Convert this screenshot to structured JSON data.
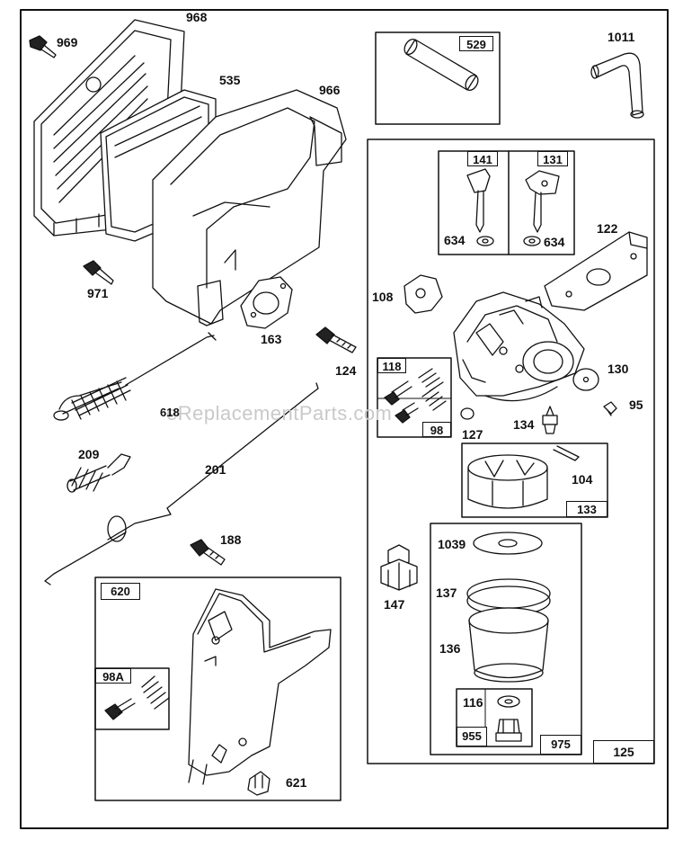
{
  "watermark": "eReplacementParts.com",
  "parts": {
    "p968": "968",
    "p969": "969",
    "p535": "535",
    "p966": "966",
    "p971": "971",
    "p163": "163",
    "p124": "124",
    "p618": "618",
    "p209": "209",
    "p201": "201",
    "p188": "188",
    "p621": "621",
    "p1011": "1011",
    "p634a": "634",
    "p634b": "634",
    "p122": "122",
    "p108": "108",
    "p130": "130",
    "p95": "95",
    "p134": "134",
    "p127": "127",
    "p104": "104",
    "p147": "147",
    "p1039": "1039",
    "p137": "137",
    "p136": "136",
    "p116": "116"
  },
  "kits": {
    "k529": "529",
    "k141": "141",
    "k131": "131",
    "k118": "118",
    "k98": "98",
    "k133": "133",
    "k620": "620",
    "k98a": "98A",
    "k955": "955",
    "k975": "975",
    "k125": "125"
  }
}
